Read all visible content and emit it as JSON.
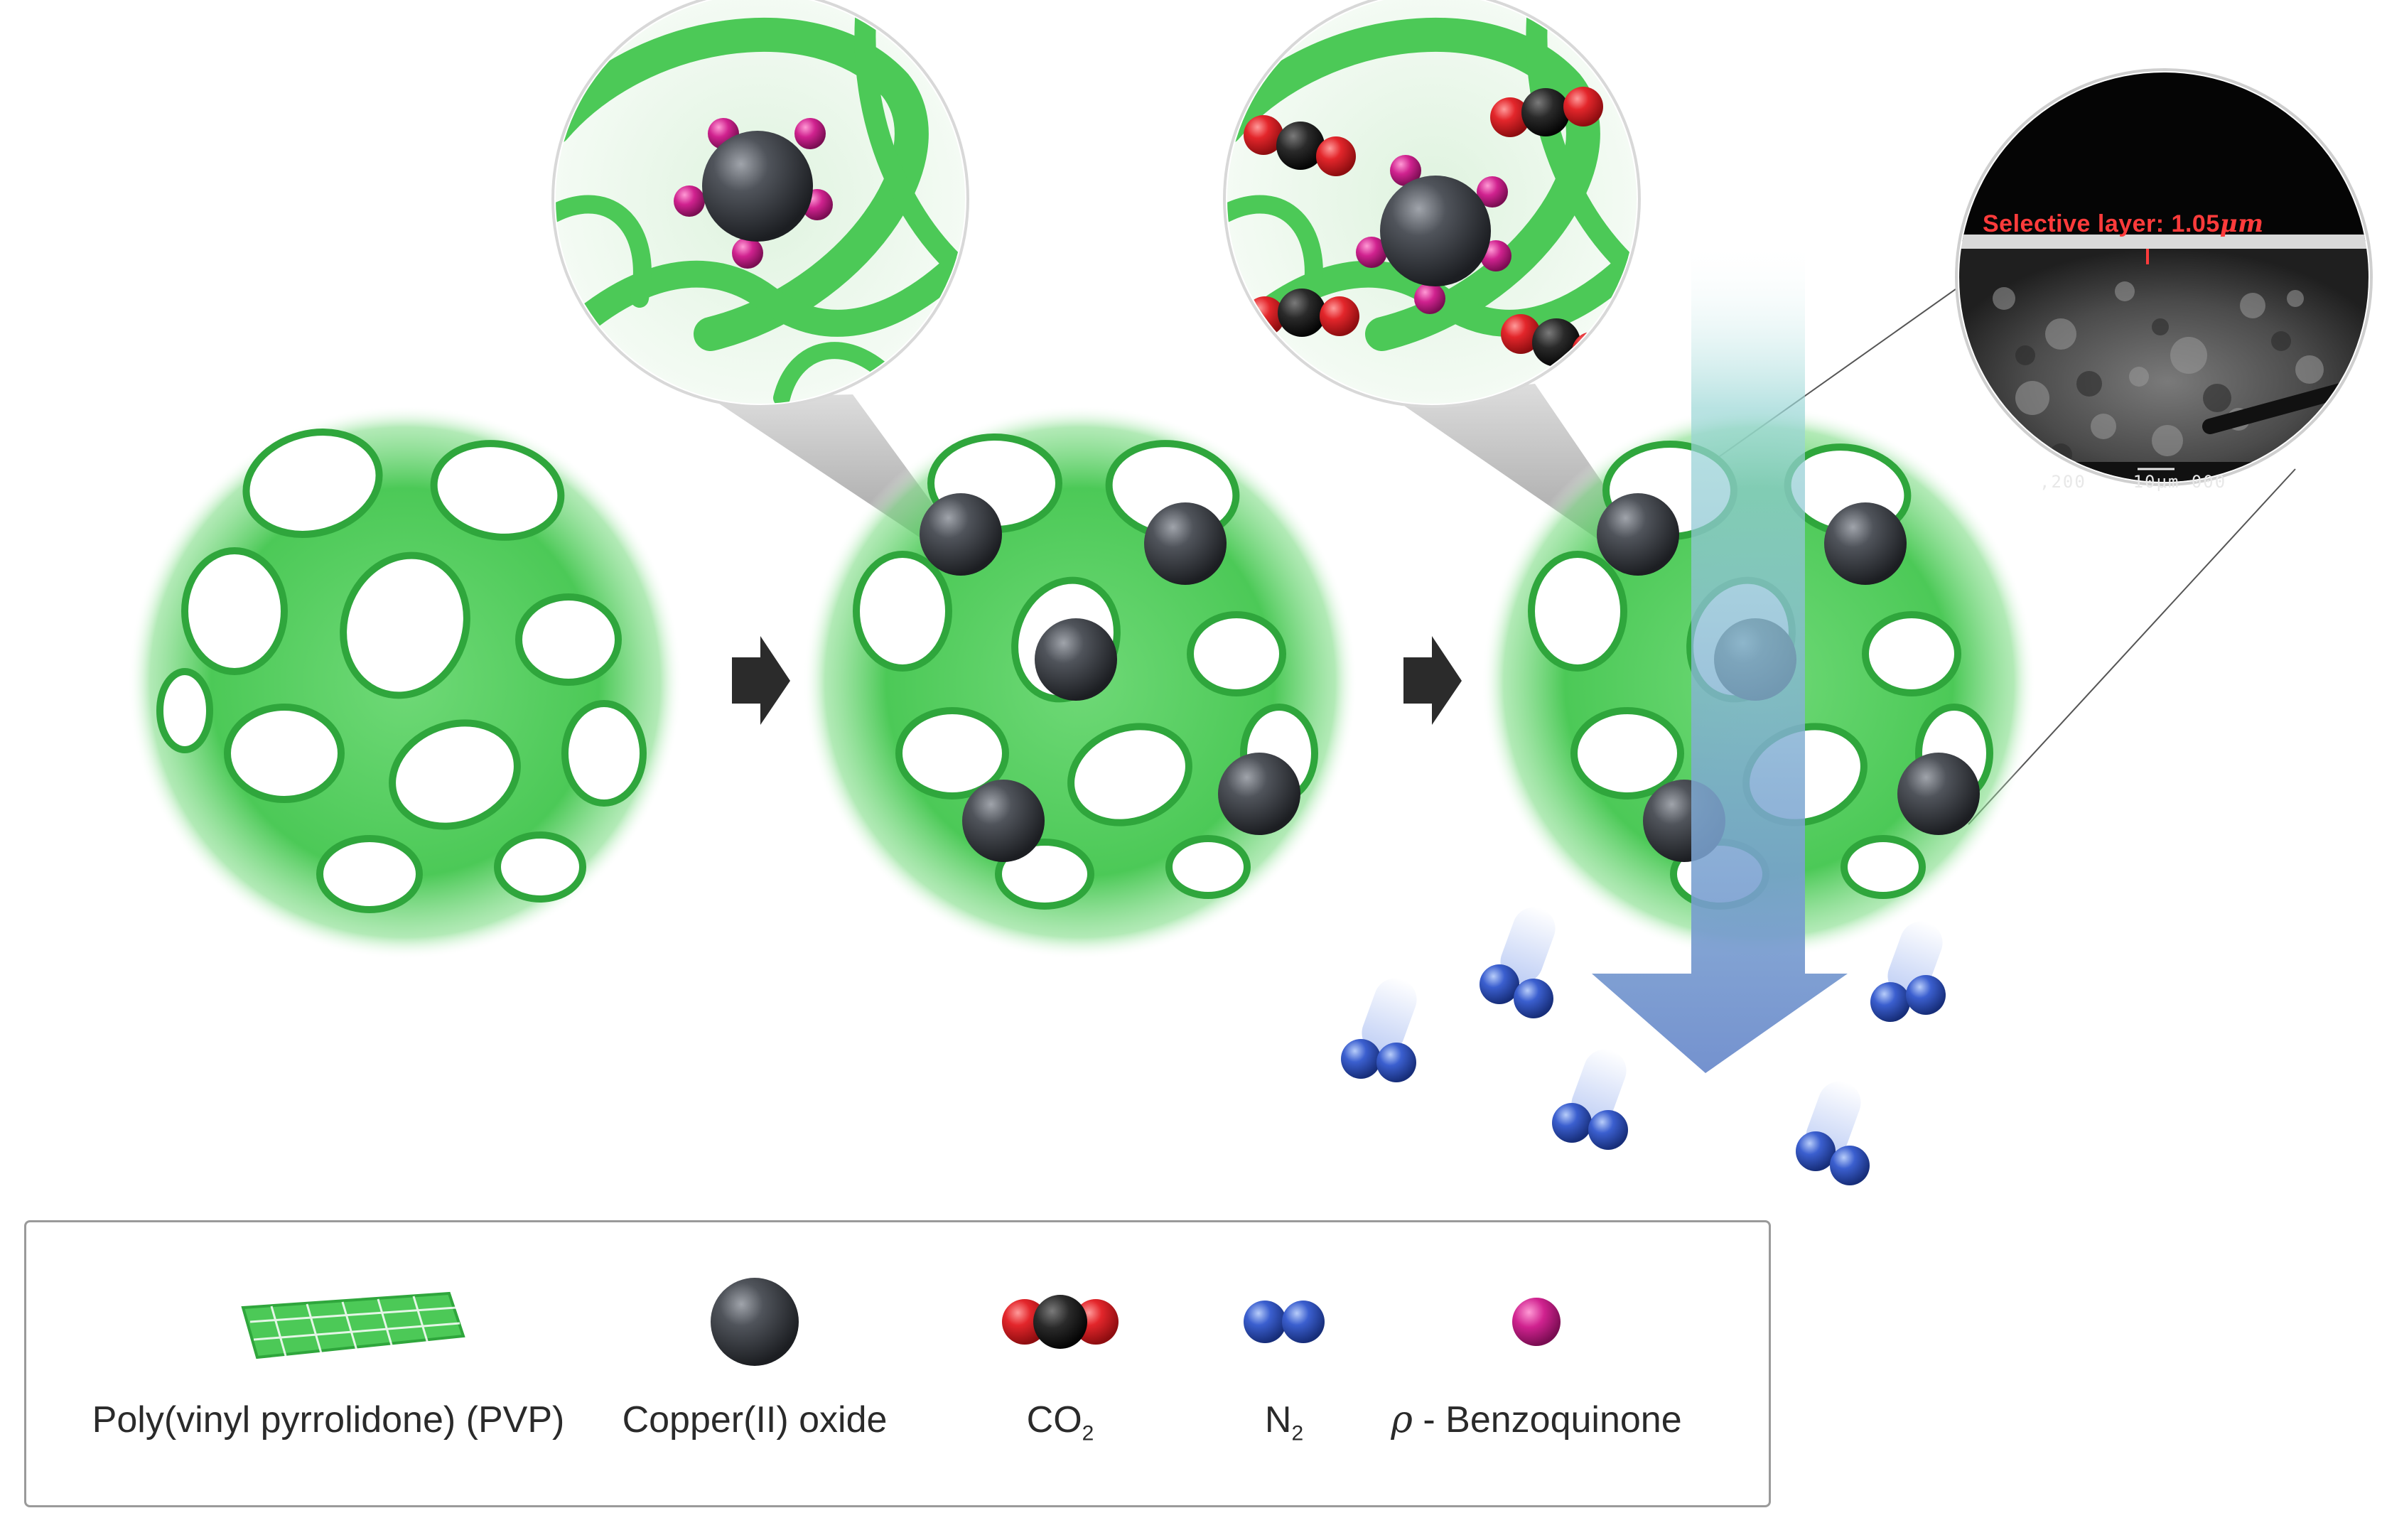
{
  "legend": {
    "pvp": "Poly(vinyl pyrrolidone) (PVP)",
    "cuo": "Copper(II) oxide",
    "co2_base": "CO",
    "co2_sub": "2",
    "n2_base": "N",
    "n2_sub": "2",
    "bq_prefix": "ρ",
    "bq_rest": " - Benzoquinone"
  },
  "sem": {
    "label_text": "Selective layer: 1.05",
    "label_unit": "μm",
    "scale_left": ",200",
    "scale_mid": "10μm",
    "scale_right": "000"
  },
  "colors": {
    "pvp_green": "#4cc957",
    "pvp_dark": "#2fa63c",
    "cuo": "#3a3d42",
    "oxygen": "#e3262b",
    "carbon": "#1b1b1b",
    "nitrogen": "#3b5fcf",
    "benzoquinone": "#d0228f",
    "flow_arrow": "#7f9bd0",
    "step_arrow": "#2b2b2b"
  },
  "icons": [
    "step-arrow-icon",
    "flow-arrow-icon",
    "magnifier-icon"
  ]
}
